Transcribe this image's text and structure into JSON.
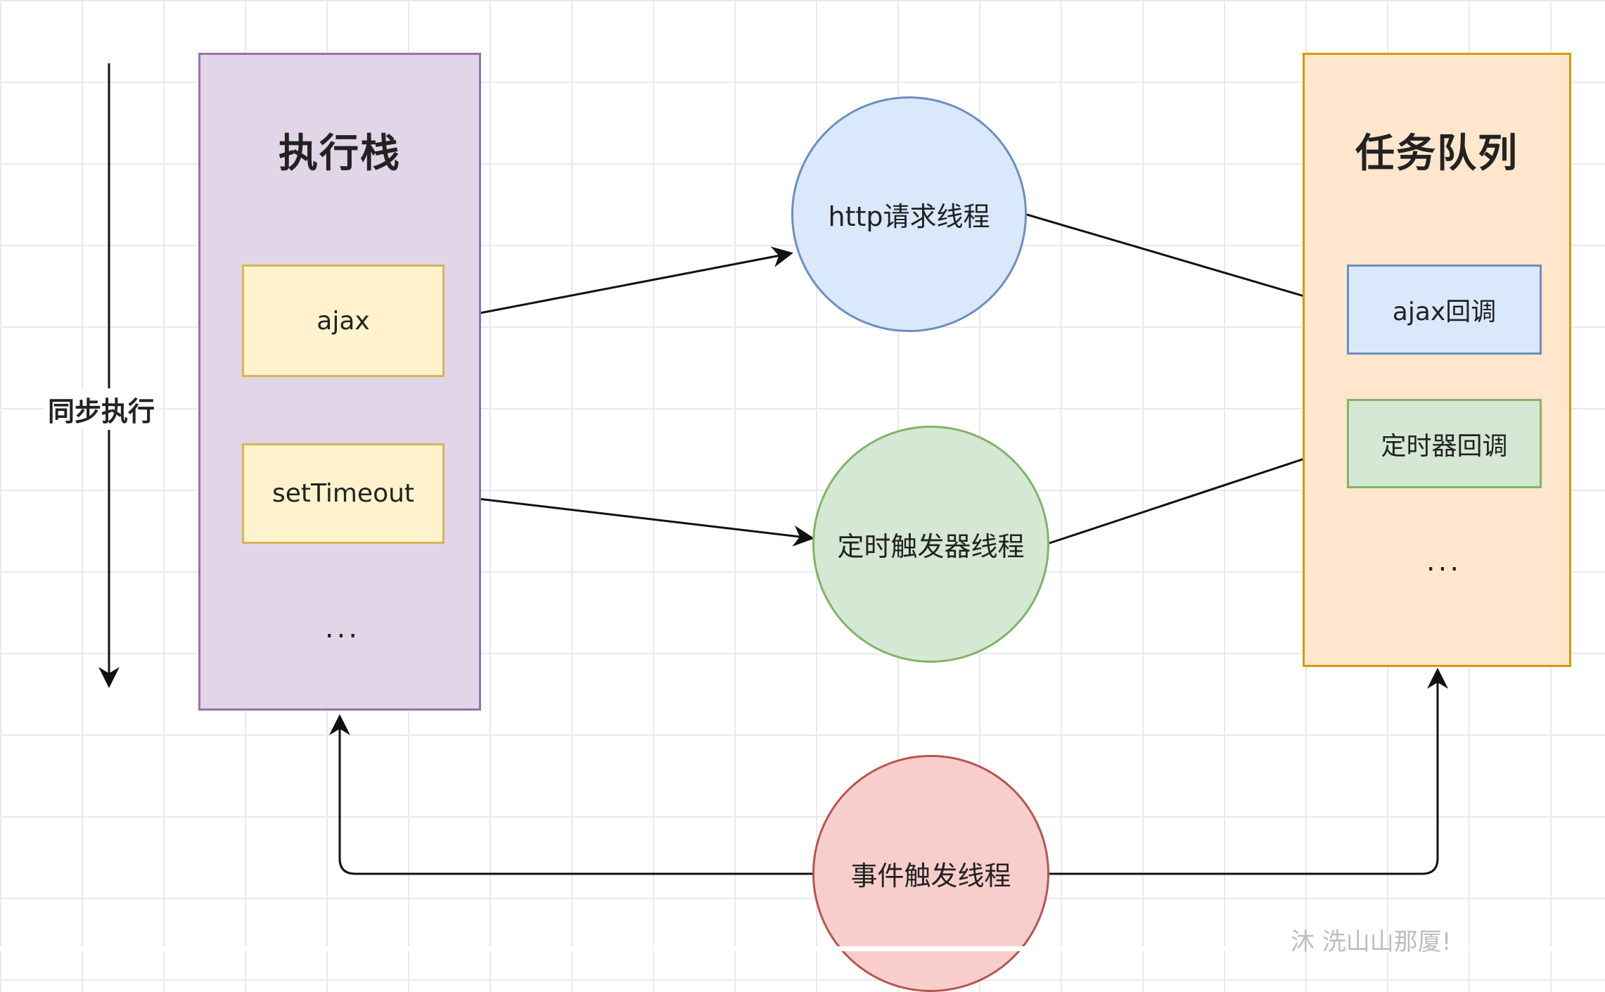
{
  "sync_label": "同步执行",
  "stack": {
    "title": "执行栈",
    "items": [
      "ajax",
      "setTimeout"
    ],
    "ellipsis": "..."
  },
  "threads": {
    "http": "http请求线程",
    "timer": "定时触发器线程",
    "event": "事件触发线程"
  },
  "queue": {
    "title": "任务队列",
    "items": [
      "ajax回调",
      "定时器回调"
    ],
    "ellipsis": "..."
  },
  "watermark": "沐 洗山山那厦!",
  "colors": {
    "stack_fill": "#e1d5e7",
    "stack_border": "#9673a6",
    "item_fill": "#fff2cc",
    "item_border": "#d6b656",
    "blue_fill": "#dae8fc",
    "blue_border": "#6c8ebf",
    "green_fill": "#d5e8d4",
    "green_border": "#82b366",
    "red_fill": "#f8cecc",
    "red_border": "#b85450",
    "queue_fill": "#ffe6cc",
    "queue_border": "#d79b00"
  }
}
